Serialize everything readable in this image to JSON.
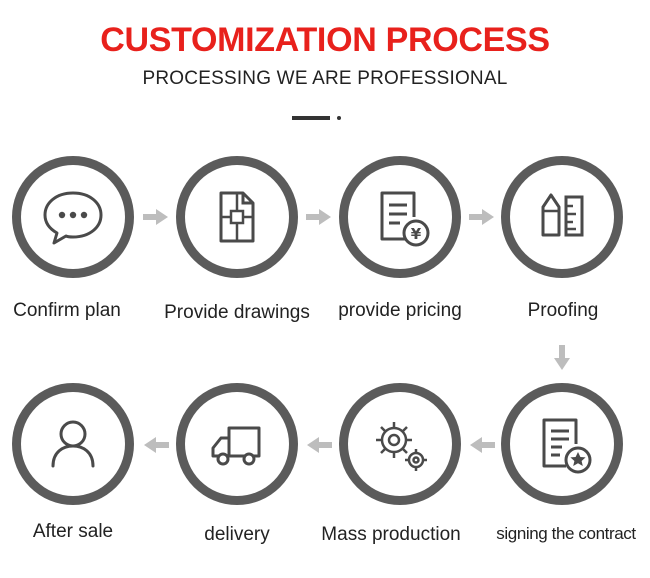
{
  "header": {
    "title": "CUSTOMIZATION PROCESS",
    "subtitle": "PROCESSING WE ARE PROFESSIONAL"
  },
  "steps": [
    {
      "label": "Confirm plan",
      "icon": "chat-bubble-icon"
    },
    {
      "label": "Provide drawings",
      "icon": "blueprint-icon"
    },
    {
      "label": "provide pricing",
      "icon": "invoice-yen-icon"
    },
    {
      "label": "Proofing",
      "icon": "pencil-ruler-icon"
    },
    {
      "label": "signing the contract",
      "icon": "contract-star-icon"
    },
    {
      "label": "Mass production",
      "icon": "gears-icon"
    },
    {
      "label": "delivery",
      "icon": "truck-icon"
    },
    {
      "label": "After sale",
      "icon": "person-icon"
    }
  ],
  "colors": {
    "title": "#e8211c",
    "ring": "#5b5b5b",
    "icon": "#4a4a4a",
    "arrow": "#bdbdbd"
  }
}
